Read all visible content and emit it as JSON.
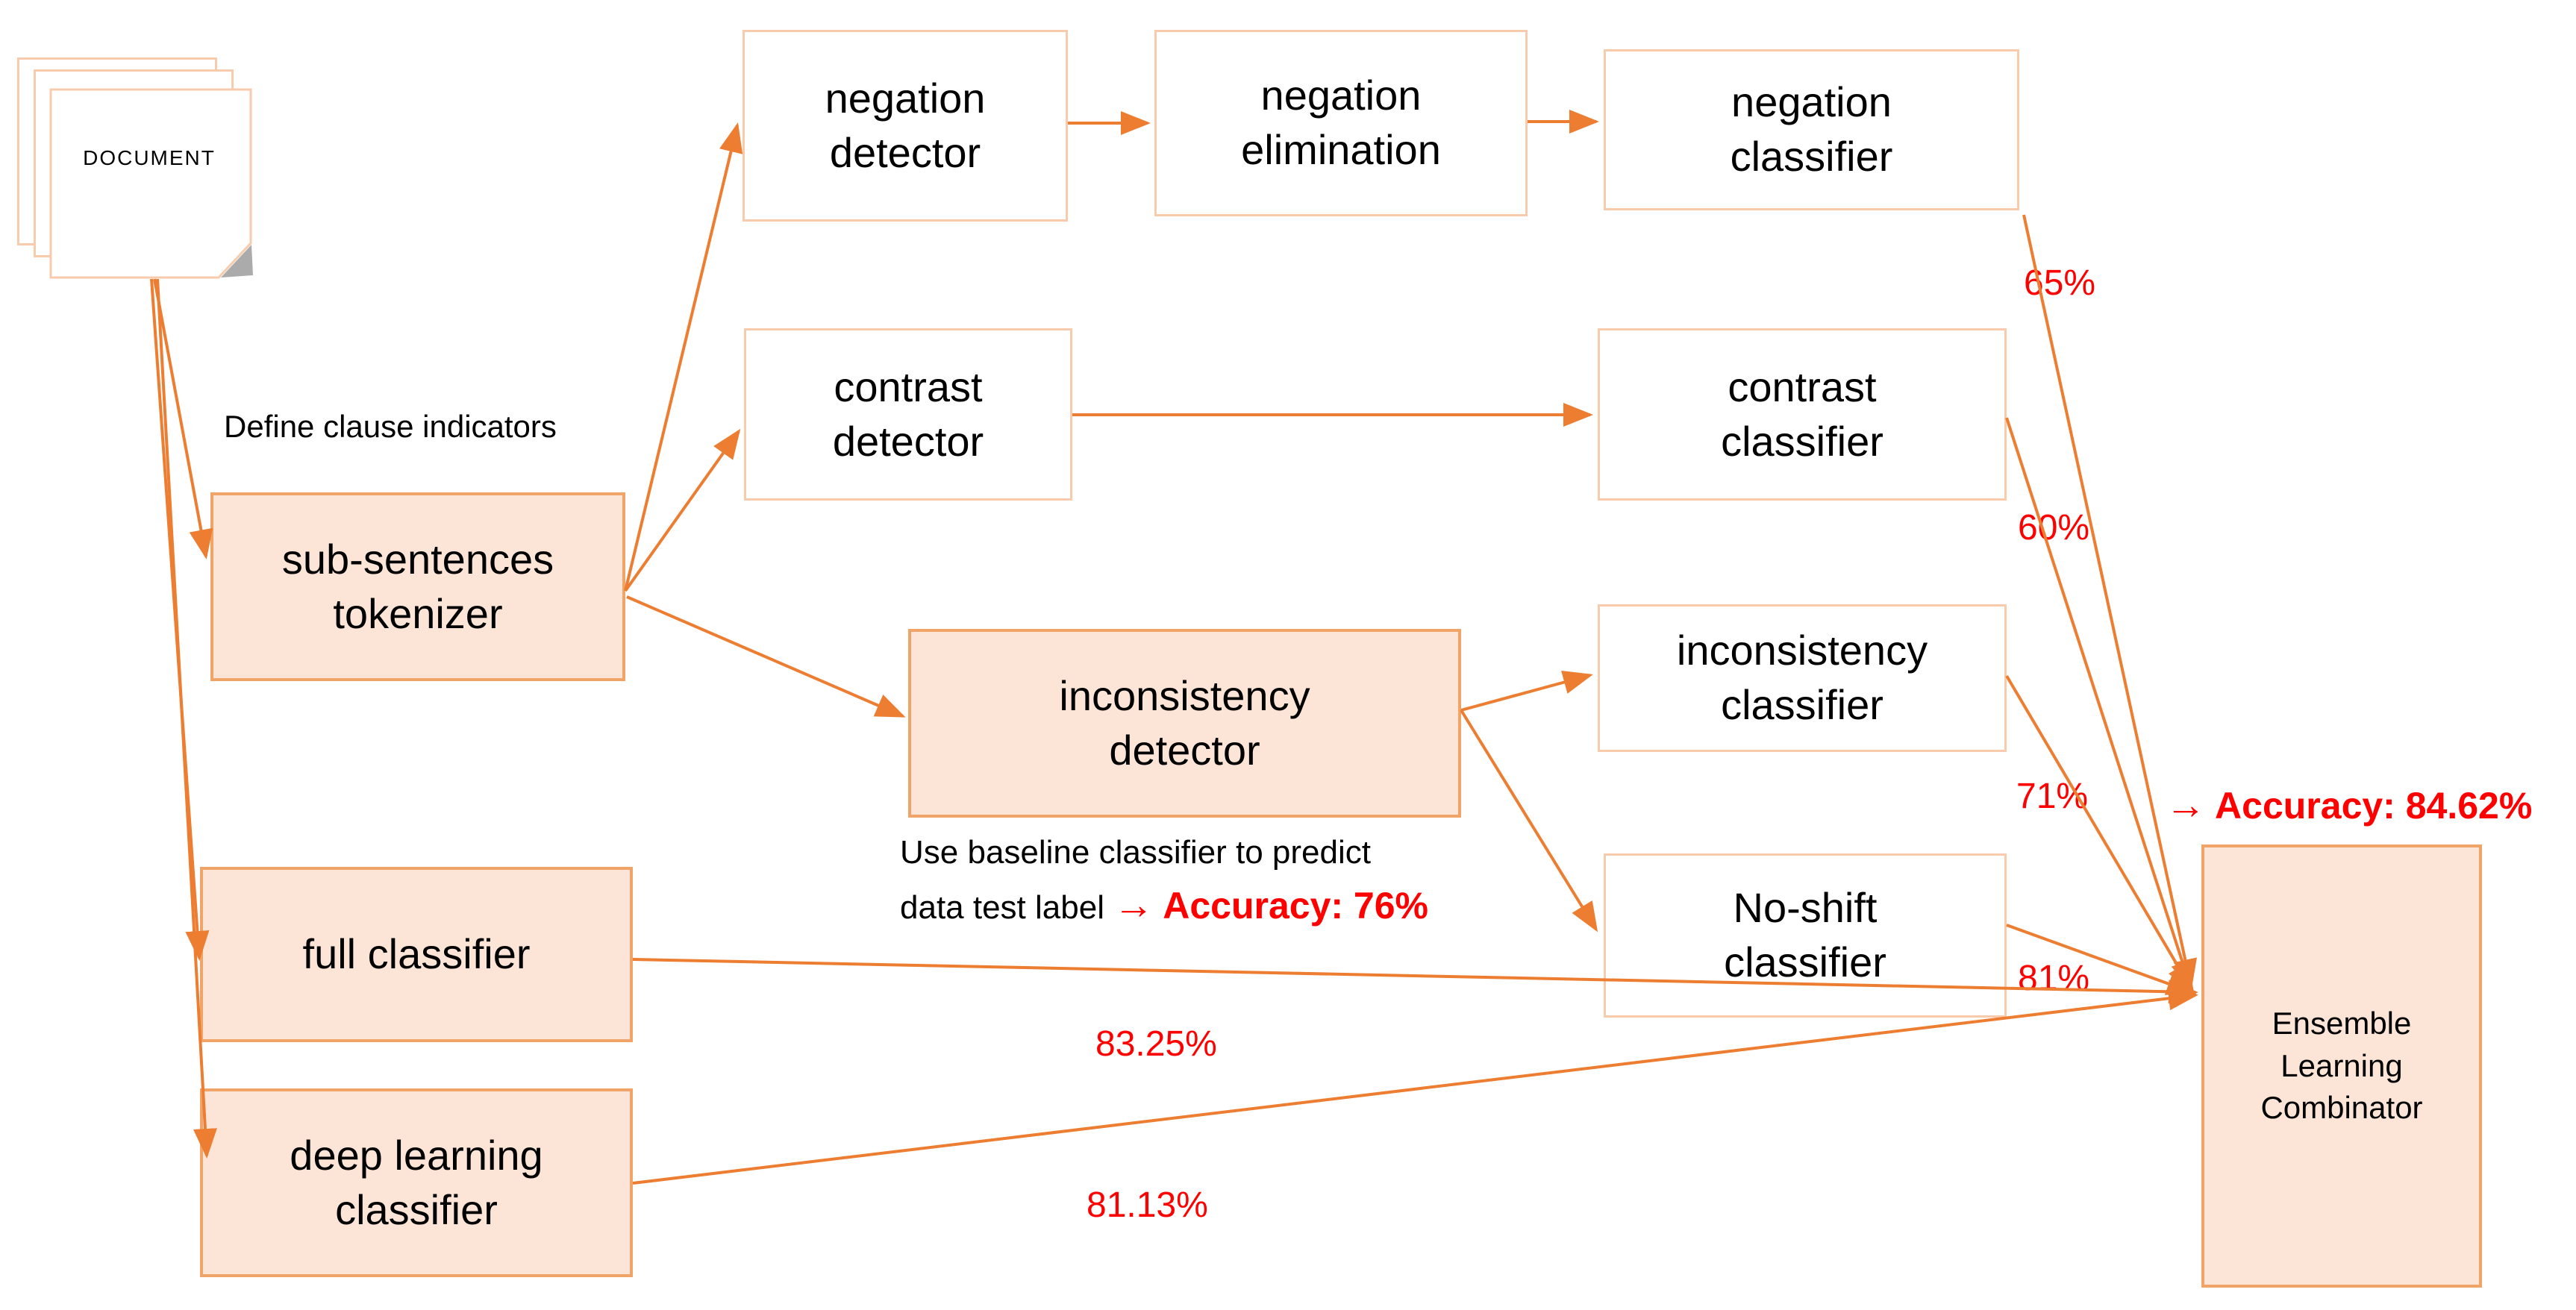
{
  "palette": {
    "accent_orange": "#ED7D31",
    "filled_box_fill": "#FCE4D6",
    "filled_box_border": "#F0A467",
    "white_box_border": "#F8CBAD",
    "metric_red": "#FF0000",
    "text_black": "#000000",
    "fold_gray": "#ABABAB"
  },
  "document": {
    "label": "DOCUMENT"
  },
  "annotations": {
    "define_clause": "Define clause indicators",
    "baseline_line1": "Use baseline classifier to predict",
    "baseline_line2_black": "data test label ",
    "arrow_glyph": "→",
    "baseline_accuracy": " Accuracy: 76%",
    "ensemble_accuracy": " Accuracy: 84.62%"
  },
  "nodes": {
    "tokenizer": {
      "label": "sub-sentences\ntokenizer",
      "style": "filled"
    },
    "negation_detector": {
      "label": "negation\ndetector",
      "style": "outline"
    },
    "negation_elimination": {
      "label": "negation\nelimination",
      "style": "outline"
    },
    "negation_classifier": {
      "label": "negation\nclassifier",
      "style": "outline"
    },
    "contrast_detector": {
      "label": "contrast\ndetector",
      "style": "outline"
    },
    "contrast_classifier": {
      "label": "contrast\nclassifier",
      "style": "outline"
    },
    "inconsistency_detector": {
      "label": "inconsistency\ndetector",
      "style": "filled"
    },
    "inconsistency_classifier": {
      "label": "inconsistency\nclassifier",
      "style": "outline"
    },
    "noshift_classifier": {
      "label": "No-shift\nclassifier",
      "style": "outline"
    },
    "full_classifier": {
      "label": "full classifier",
      "style": "filled"
    },
    "deep_classifier": {
      "label": "deep learning\nclassifier",
      "style": "filled"
    },
    "ensemble": {
      "label": "Ensemble\nLearning\nCombinator",
      "style": "filled"
    }
  },
  "metrics": {
    "negation_classifier": "65%",
    "contrast_classifier": "60%",
    "inconsistency_classifier": "71%",
    "noshift_classifier": "81%",
    "full_classifier": "83.25%",
    "deep_classifier": "81.13%"
  }
}
